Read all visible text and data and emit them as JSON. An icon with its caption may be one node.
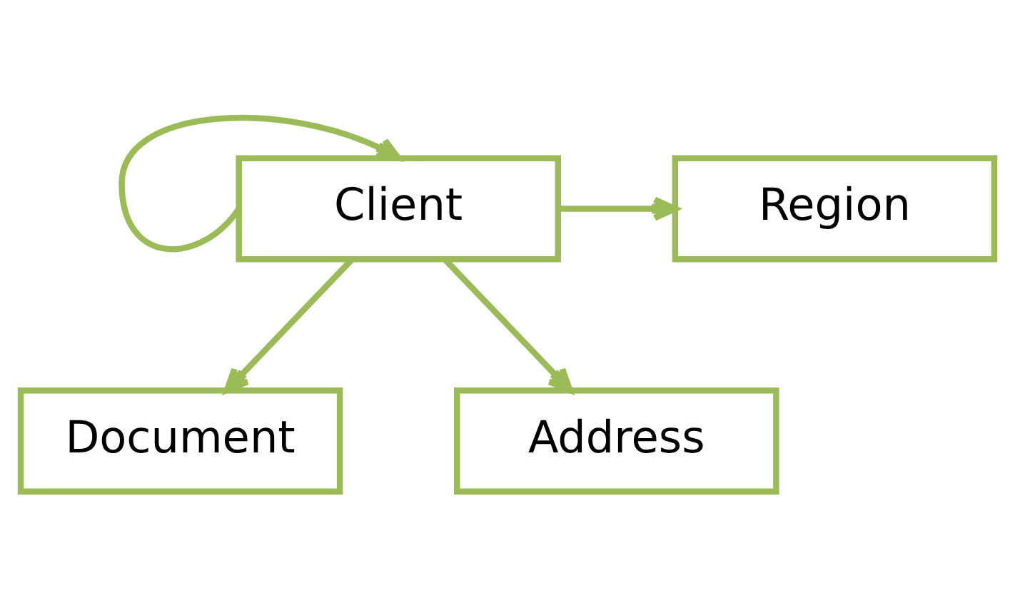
{
  "diagram": {
    "nodes": [
      {
        "text": [
          "Client"
        ]
      },
      {
        "text": [
          "Region"
        ]
      },
      {
        "text": [
          "Document"
        ]
      },
      {
        "text": [
          "Address"
        ]
      }
    ],
    "edges": [
      {
        "from": 0,
        "to": 0,
        "arrow": "to"
      },
      {
        "from": 0,
        "to": 1,
        "arrow": "to"
      },
      {
        "from": 0,
        "to": 2,
        "arrow": "to"
      },
      {
        "from": 0,
        "to": 3,
        "arrow": "to"
      }
    ]
  }
}
